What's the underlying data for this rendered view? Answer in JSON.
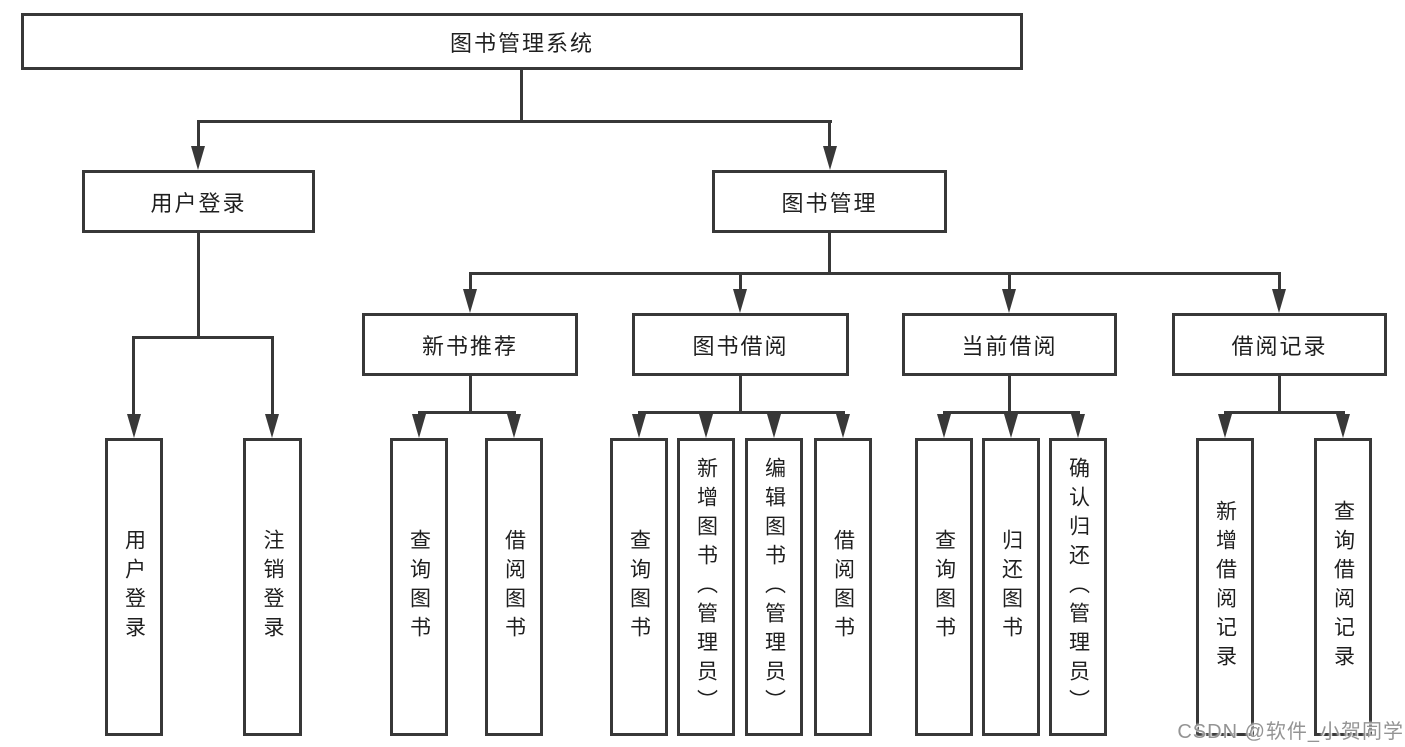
{
  "colors": {
    "line": "#383838",
    "box_fill": "#ffffff",
    "text": "#1f1f1f",
    "watermark": "#949494"
  },
  "watermark": {
    "text": "CSDN @软件_小贺同学"
  },
  "nodes": {
    "root": {
      "label": "图书管理系统"
    },
    "level2": [
      {
        "label": "用户登录"
      },
      {
        "label": "图书管理"
      }
    ],
    "level3": [
      {
        "label": "新书推荐"
      },
      {
        "label": "图书借阅"
      },
      {
        "label": "当前借阅"
      },
      {
        "label": "借阅记录"
      }
    ],
    "leaves": [
      {
        "label": "用户登录"
      },
      {
        "label": "注销登录"
      },
      {
        "label": "查询图书"
      },
      {
        "label": "借阅图书"
      },
      {
        "label": "查询图书"
      },
      {
        "label": "新增图书（管理员）"
      },
      {
        "label": "编辑图书（管理员）"
      },
      {
        "label": "借阅图书"
      },
      {
        "label": "查询图书"
      },
      {
        "label": "归还图书"
      },
      {
        "label": "确认归还（管理员）"
      },
      {
        "label": "新增借阅记录"
      },
      {
        "label": "查询借阅记录"
      }
    ]
  }
}
